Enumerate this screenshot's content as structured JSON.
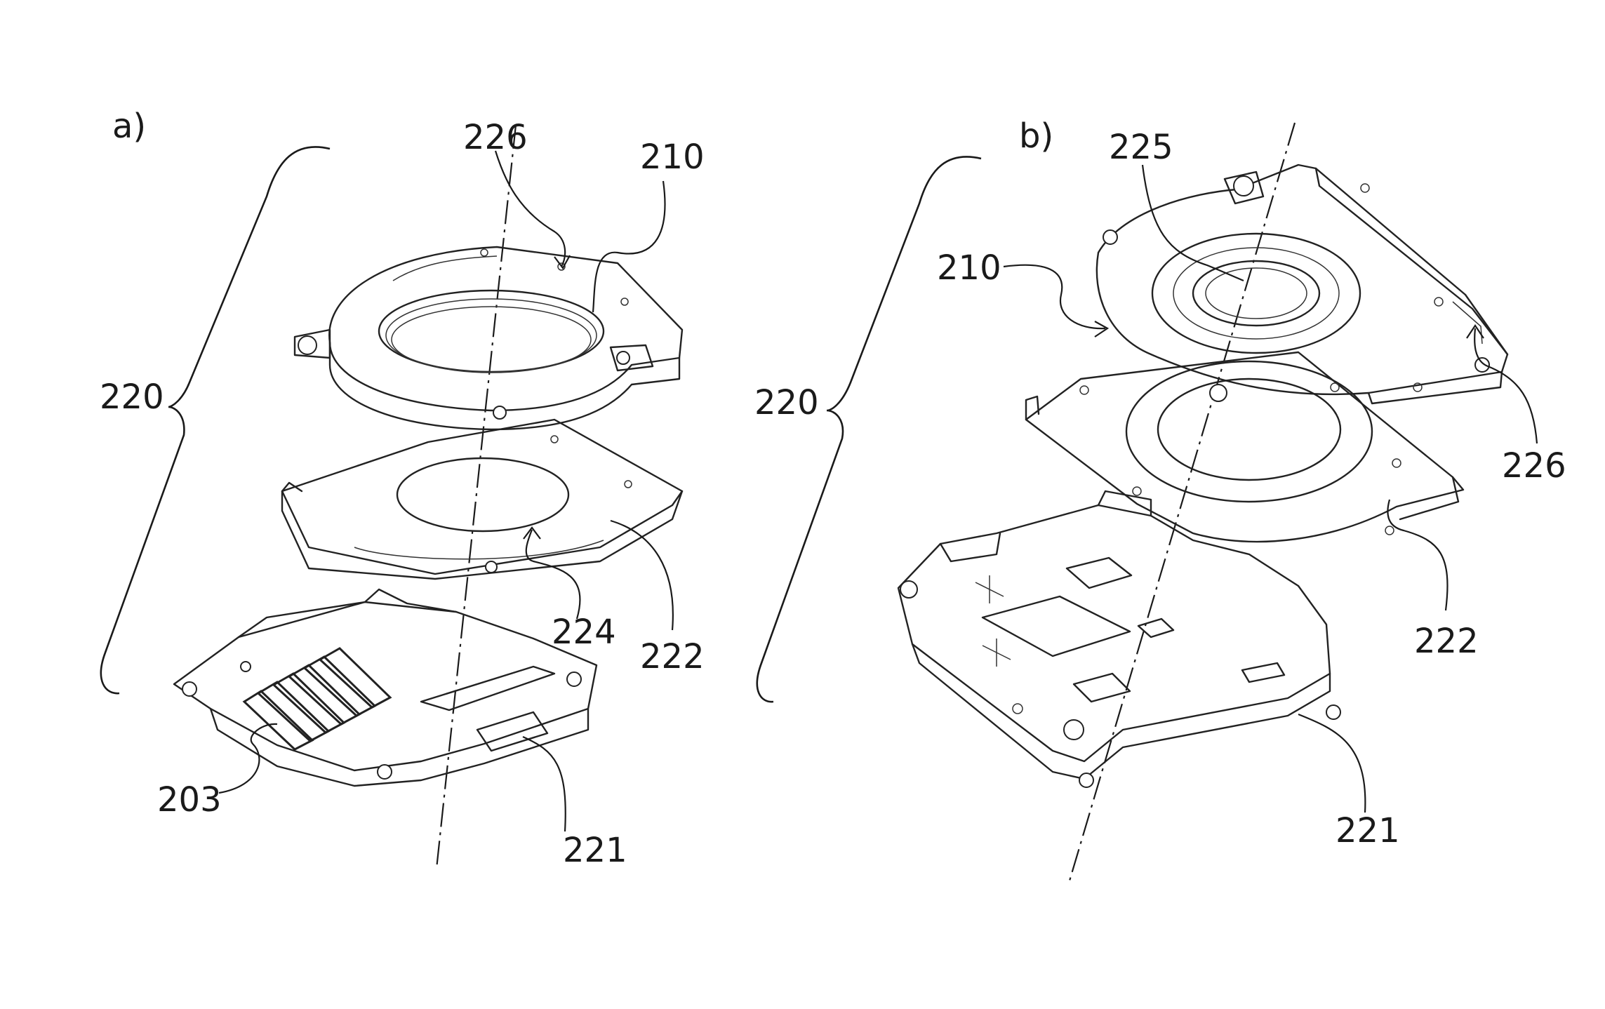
{
  "figure": {
    "panel_a": {
      "caption": "a)",
      "labels": {
        "axis_ref": "226",
        "fan": "210",
        "assembly": "220",
        "plate_opening": "224",
        "plate": "222",
        "heatsink": "203",
        "housing": "221"
      }
    },
    "panel_b": {
      "caption": "b)",
      "labels": {
        "fan_hub": "225",
        "fan": "210",
        "assembly": "220",
        "axis_ref": "226",
        "plate": "222",
        "housing": "221"
      }
    }
  }
}
